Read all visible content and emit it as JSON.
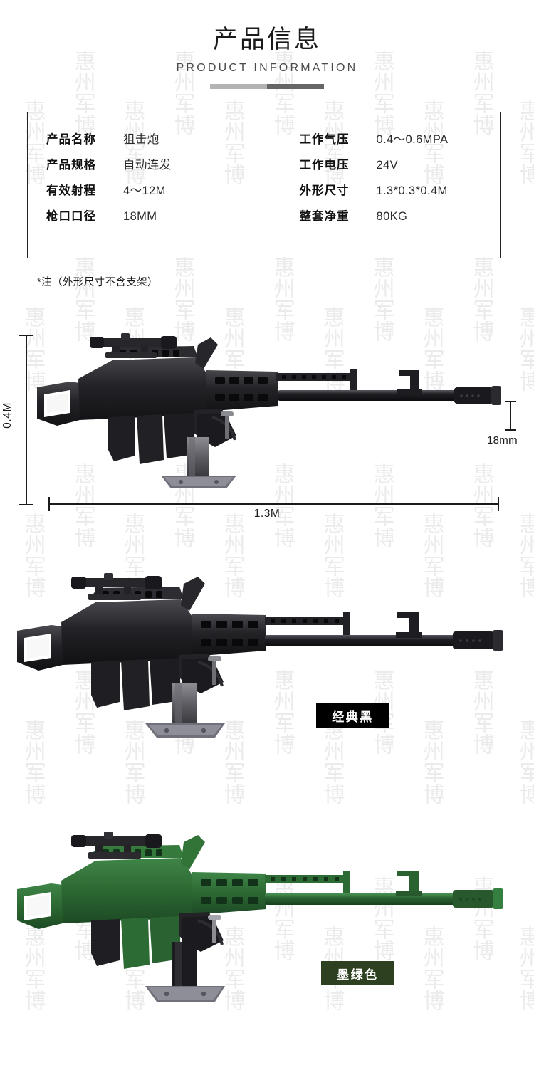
{
  "header": {
    "title_cn": "产品信息",
    "title_en": "PRODUCT INFORMATION",
    "rule_color_light": "#b3b3b3",
    "rule_color_dark": "#666666"
  },
  "spec_table": {
    "left_column": [
      {
        "label": "产品名称",
        "value": "狙击炮"
      },
      {
        "label": "产品规格",
        "value": "自动连发"
      },
      {
        "label": "有效射程",
        "value": "4～12M"
      },
      {
        "label": "枪口口径",
        "value": "18MM"
      }
    ],
    "right_column": [
      {
        "label": "工作气压",
        "value": "0.4～0.6MPA"
      },
      {
        "label": "工作电压",
        "value": "24V"
      },
      {
        "label": "外形尺寸",
        "value": "1.3*0.3*0.4M"
      },
      {
        "label": "整套净重",
        "value": "80KG"
      }
    ],
    "border_color": "#222222"
  },
  "note": "*注（外形尺寸不含支架）",
  "dimension_diagram": {
    "height_label": "0.4M",
    "length_label": "1.3M",
    "caliber_label": "18mm",
    "line_color": "#1b1b1b"
  },
  "color_variants": [
    {
      "name": "经典黑",
      "swatch": "#000000",
      "text_color": "#ffffff"
    },
    {
      "name": "墨绿色",
      "swatch": "#2d4020",
      "text_color": "#ffffff"
    }
  ],
  "watermark": {
    "text": "惠州军博",
    "color": "#ebebeb"
  },
  "product_images": {
    "diagram_alt": "狙击炮 尺寸示意图",
    "black_alt": "狙击炮 经典黑",
    "green_alt": "狙击炮 墨绿色",
    "body_color_black": "#1f1f22",
    "body_color_green": "#2e6b34",
    "base_color": "#3a3a3e"
  }
}
